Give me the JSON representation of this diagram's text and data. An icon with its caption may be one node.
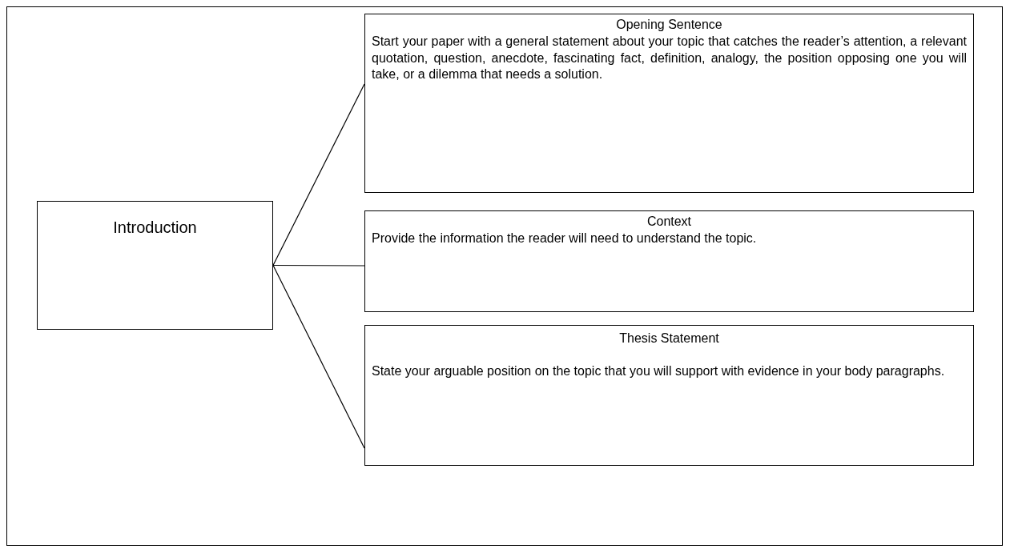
{
  "diagram": {
    "nodes": [
      {
        "text": [
          "Introduction"
        ]
      },
      {
        "text": [
          "Opening Sentence",
          "Start your paper with a general statement about your topic that catches the reader’s attention, a relevant quotation, question, anecdote, fascinating fact, definition, analogy, the position opposing one you will take, or a dilemma that needs a solution."
        ]
      },
      {
        "text": [
          "Context",
          "Provide the information the reader will need to understand the topic."
        ]
      },
      {
        "text": [
          "Thesis Statement",
          "State your arguable position on the topic that you will support with evidence in your body paragraphs."
        ]
      }
    ],
    "edges": [
      {
        "from": 0,
        "to": 1,
        "arrow": "none"
      },
      {
        "from": 0,
        "to": 2,
        "arrow": "none"
      },
      {
        "from": 0,
        "to": 3,
        "arrow": "none"
      }
    ]
  }
}
